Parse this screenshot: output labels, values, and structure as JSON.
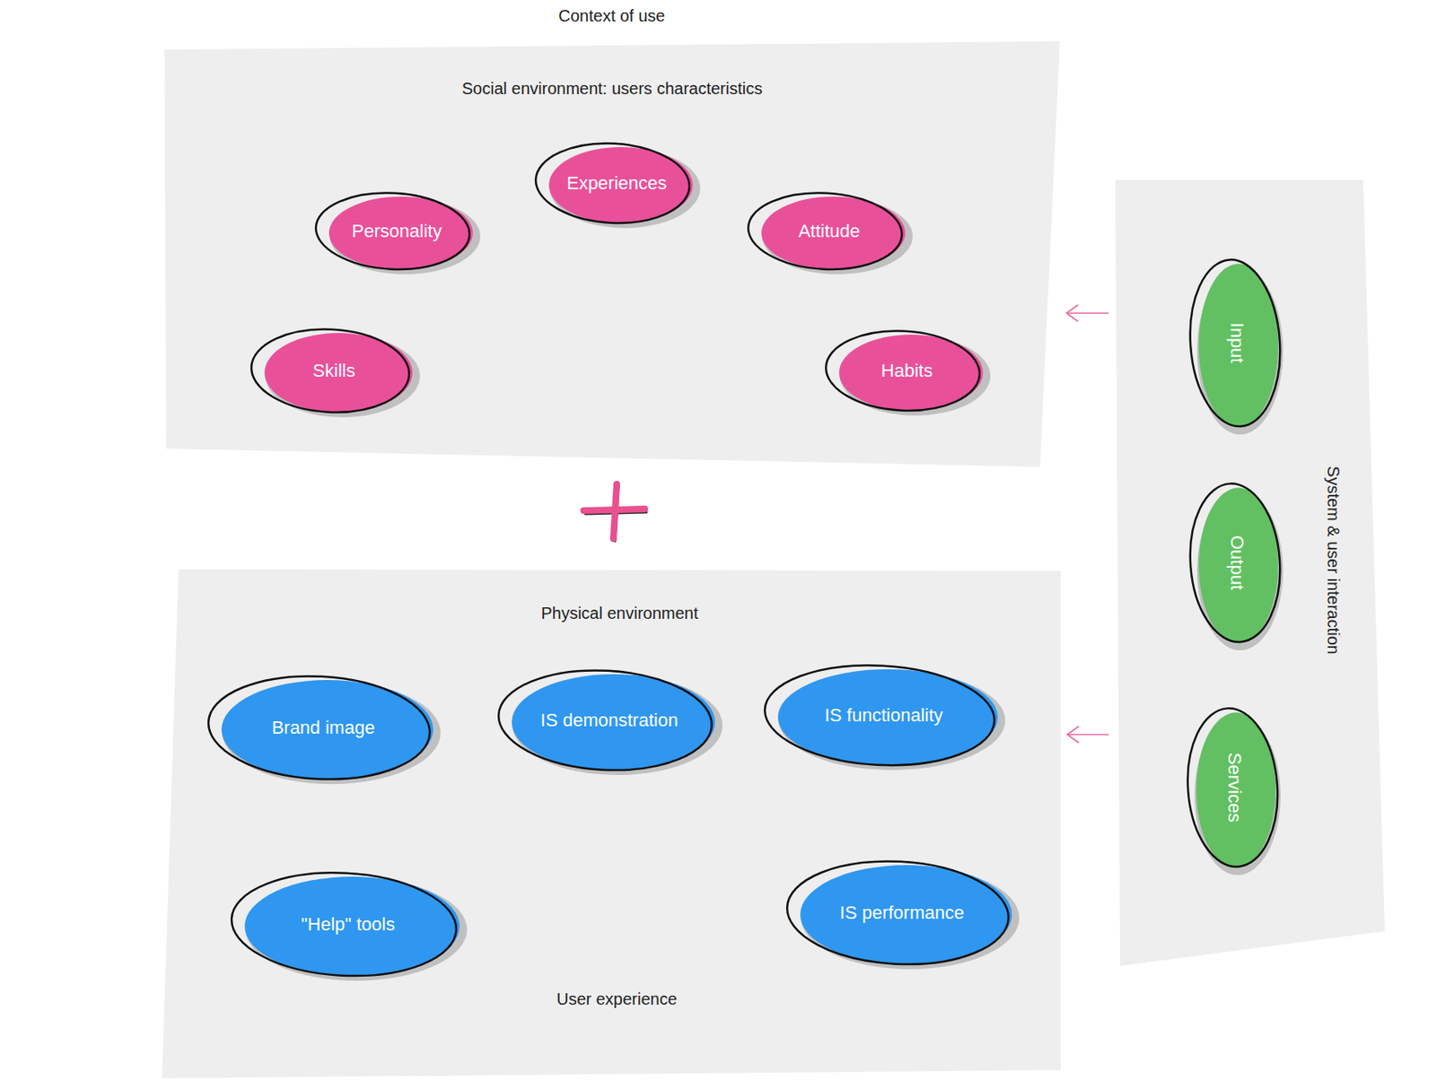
{
  "diagram": {
    "title": "Context of use",
    "nodes": [
      {
        "text": [
          "Social environment: users characteristics"
        ]
      },
      {
        "text": [
          "Experiences"
        ],
        "in": 0
      },
      {
        "text": [
          "Personality"
        ],
        "in": 0
      },
      {
        "text": [
          "Attitude"
        ],
        "in": 0
      },
      {
        "text": [
          "Skills"
        ],
        "in": 0
      },
      {
        "text": [
          "Habits"
        ],
        "in": 0
      },
      {
        "text": [
          "Physical environment"
        ]
      },
      {
        "text": [
          "Brand image"
        ],
        "in": 6
      },
      {
        "text": [
          "IS demonstration"
        ],
        "in": 6
      },
      {
        "text": [
          "IS functionality"
        ],
        "in": 6
      },
      {
        "text": [
          "\"Help\" tools"
        ],
        "in": 6
      },
      {
        "text": [
          "IS performance"
        ],
        "in": 6
      },
      {
        "text": [
          "System & user interaction"
        ]
      },
      {
        "text": [
          "Input"
        ],
        "in": 12
      },
      {
        "text": [
          "Output"
        ],
        "in": 12
      },
      {
        "text": [
          "Services"
        ],
        "in": 12
      }
    ],
    "edges": [
      {
        "from": 12,
        "to": 0,
        "arrow": "to"
      },
      {
        "from": 12,
        "to": 6,
        "arrow": "to"
      }
    ],
    "labels": [
      "User experience"
    ]
  }
}
